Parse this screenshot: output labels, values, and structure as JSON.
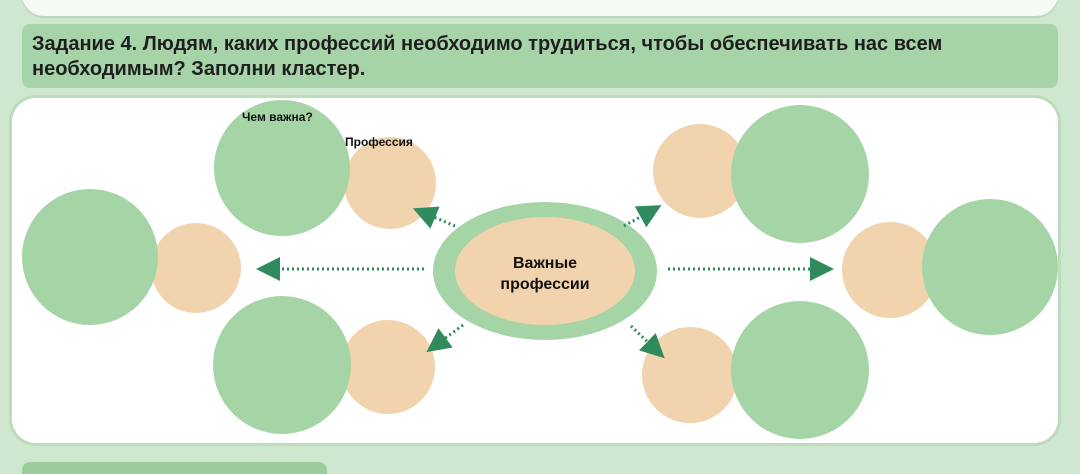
{
  "task": {
    "text": "Задание 4. Людям, каких профессий необходимо трудиться, чтобы обеспечивать нас всем необходимым? Заполни кластер."
  },
  "cluster": {
    "center_label_line1": "Важные",
    "center_label_line2": "профессии",
    "label_importance": "Чем важна?",
    "label_profession": "Профессия"
  },
  "colors": {
    "green_circle": "#a5d5a7",
    "beige_circle": "#f1d3ad",
    "arrow": "#2f8a5e",
    "task_bar": "#a6d4a8"
  }
}
